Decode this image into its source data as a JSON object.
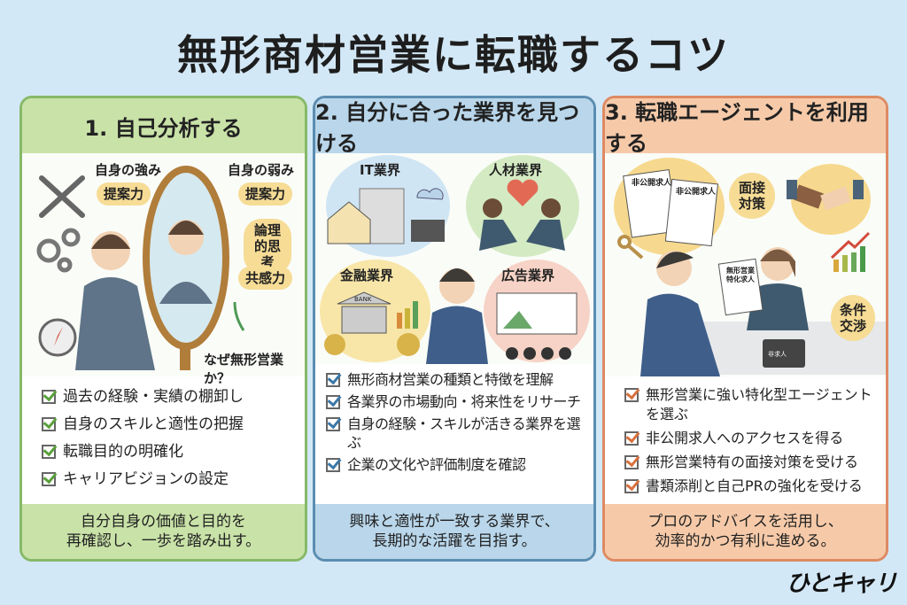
{
  "title": "無形商材営業に転職するコツ",
  "panels": [
    {
      "heading": "1. 自己分析する",
      "illustration": {
        "strengths_label": "自身の強み",
        "strengths": [
          "提案力"
        ],
        "weaknesses_label": "自身の弱み",
        "weaknesses": [
          "提案力",
          "論理的思考",
          "共感力"
        ],
        "question": "なぜ無形営業か？"
      },
      "items": [
        "過去の経験・実績の棚卸し",
        "自身のスキルと適性の把握",
        "転職目的の明確化",
        "キャリアビジョンの設定"
      ],
      "footer": [
        "自分自身の価値と目的を",
        "再確認し、一歩を踏み出す。"
      ],
      "accent": "#86b968"
    },
    {
      "heading": "2. 自分に合った業界を見つける",
      "illustration": {
        "industries": [
          "IT業界",
          "人材業界",
          "金融業界",
          "広告業界"
        ],
        "bank_sign": "BANK"
      },
      "items": [
        "無形商材営業の種類と特徴を理解",
        "各業界の市場動向・将来性をリサーチ",
        "自身の経験・スキルが活きる業界を選ぶ",
        "企業の文化や評価制度を確認"
      ],
      "footer": [
        "興味と適性が一致する業界で、",
        "長期的な活躍を目指す。"
      ],
      "accent": "#5b8db0"
    },
    {
      "heading": "3. 転職エージェントを利用する",
      "illustration": {
        "documents": [
          "非公開求人",
          "非公開求人",
          "無形営業特化求人",
          "非求人"
        ],
        "bubbles": [
          "面接対策",
          "条件交渉"
        ]
      },
      "items": [
        "無形営業に強い特化型エージェントを選ぶ",
        "非公開求人へのアクセスを得る",
        "無形営業特有の面接対策を受ける",
        "書類添削と自己PRの強化を受ける"
      ],
      "footer": [
        "プロのアドバイスを活用し、",
        "効率的かつ有利に進める。"
      ],
      "accent": "#dd8a63"
    }
  ],
  "logo": "ひとキャリ"
}
